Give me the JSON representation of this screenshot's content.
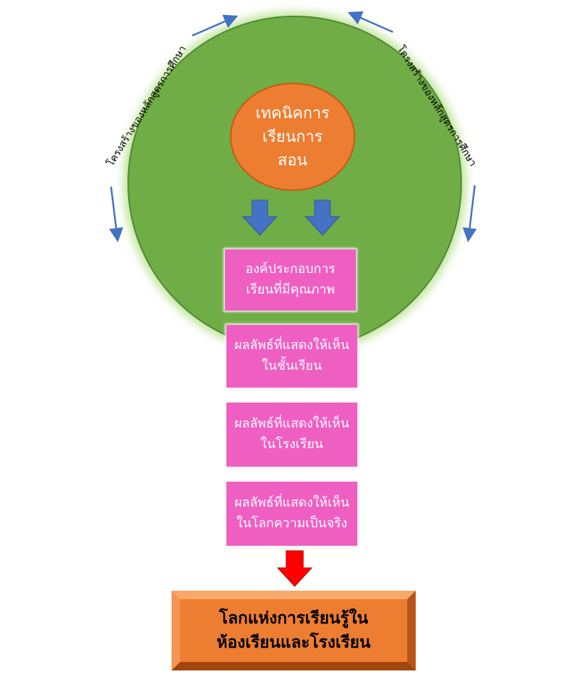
{
  "diagram": {
    "center_node": "เทคนิคการเรียนการสอน",
    "center_node_lines": "เทคนิคการ\nเรียนการ\nสอน",
    "arc_label_left": "โครงสร้างของหลักสูตรการศึกษา",
    "arc_label_right": "โครงสร้างของหลักสูตรการศึกษา",
    "boxes": [
      {
        "label": "องค์ประกอบการ\nเรียนที่มีคุณภาพ"
      },
      {
        "label": "ผลลัพธ์ที่แสดงให้เห็น\nในชั้นเรียน"
      },
      {
        "label": "ผลลัพธ์ที่แสดงให้เห็น\nในโรงเรียน"
      },
      {
        "label": "ผลลัพธ์ที่แสดงให้เห็น\nในโลกความเป็นจริง"
      }
    ],
    "final_node": "โลกแห่งการเรียนรู้ใน\nห้องเรียนและโรงเรียน"
  },
  "colors": {
    "outer_circle": "#70ad47",
    "center_circle": "#ed7d31",
    "pink_boxes": "#ef5fc2",
    "final_box": "#ed7d31",
    "blue_arrows": "#4472c4",
    "red_arrow": "#ff0000"
  }
}
